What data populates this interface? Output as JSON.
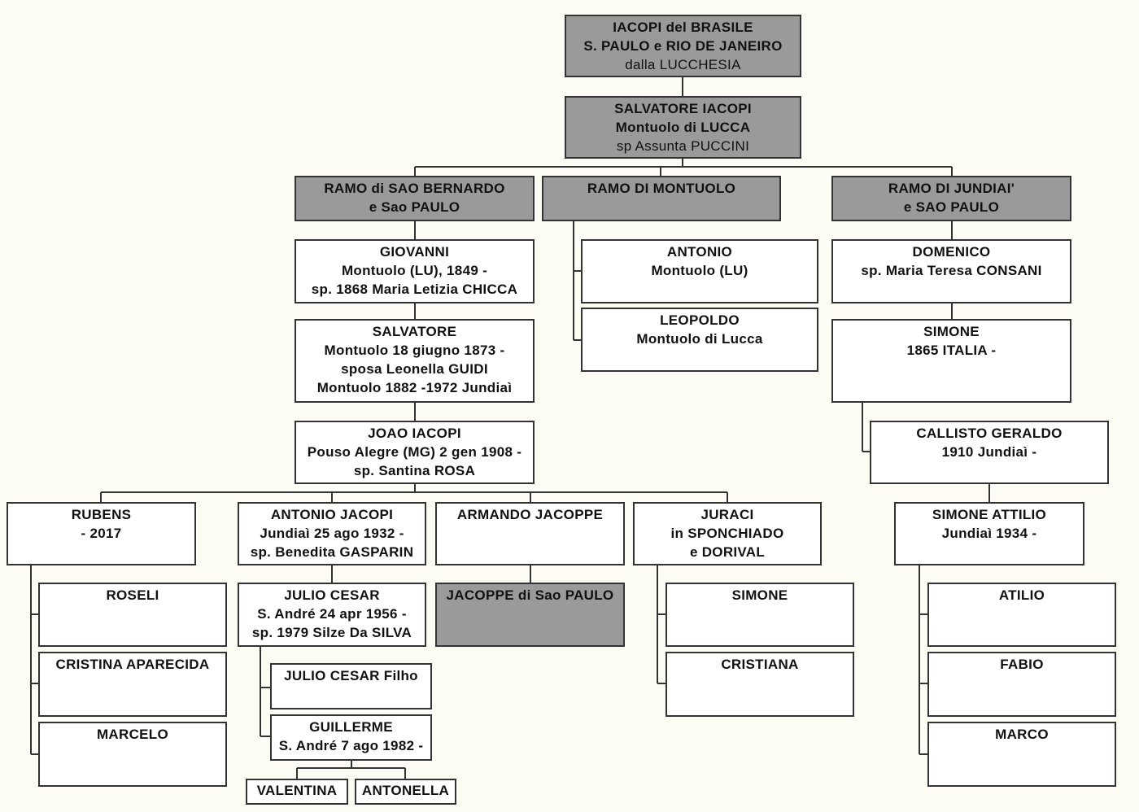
{
  "nodes": {
    "root": {
      "lines": [
        "IACOPI del BRASILE",
        "S. PAULO e RIO DE JANEIRO",
        "dalla LUCCHESIA"
      ]
    },
    "salvatore_sr": {
      "lines": [
        "SALVATORE IACOPI",
        "Montuolo di LUCCA",
        "sp Assunta PUCCINI"
      ]
    },
    "ramo_sao_bernardo": {
      "lines": [
        "RAMO di SAO BERNARDO",
        "e Sao PAULO"
      ]
    },
    "ramo_montuolo": {
      "lines": [
        "RAMO DI MONTUOLO"
      ]
    },
    "ramo_jundiai": {
      "lines": [
        "RAMO DI JUNDIAI'",
        "e SAO PAULO"
      ]
    },
    "giovanni": {
      "lines": [
        "GIOVANNI",
        "Montuolo (LU), 1849 -",
        "sp. 1868 Maria Letizia CHICCA"
      ]
    },
    "antonio_m": {
      "lines": [
        "ANTONIO",
        "Montuolo (LU)"
      ]
    },
    "leopoldo": {
      "lines": [
        "LEOPOLDO",
        "Montuolo di Lucca"
      ]
    },
    "domenico": {
      "lines": [
        "DOMENICO",
        "sp. Maria Teresa CONSANI"
      ]
    },
    "salvatore_jr": {
      "lines": [
        "SALVATORE",
        "Montuolo 18 giugno 1873 -",
        "sposa Leonella GUIDI",
        "Montuolo 1882 -1972 Jundiaì"
      ]
    },
    "simone_j": {
      "lines": [
        "SIMONE",
        "1865 ITALIA -"
      ]
    },
    "joao": {
      "lines": [
        "JOAO IACOPI",
        "Pouso Alegre (MG) 2 gen 1908 -",
        "sp. Santina ROSA"
      ]
    },
    "callisto": {
      "lines": [
        "CALLISTO GERALDO",
        "1910 Jundiaì -"
      ]
    },
    "rubens": {
      "lines": [
        "RUBENS",
        "- 2017"
      ]
    },
    "antonio_j": {
      "lines": [
        "ANTONIO JACOPI",
        "Jundiaì 25 ago 1932 -",
        "sp. Benedita GASPARIN"
      ]
    },
    "armando": {
      "lines": [
        "ARMANDO JACOPPE"
      ]
    },
    "juraci": {
      "lines": [
        "JURACI",
        "in SPONCHIADO",
        "e DORIVAL"
      ]
    },
    "simone_attilio": {
      "lines": [
        "SIMONE ATTILIO",
        "Jundiaì 1934 -"
      ]
    },
    "roseli": {
      "lines": [
        "ROSELI"
      ]
    },
    "julio_cesar": {
      "lines": [
        "JULIO CESAR",
        "S. André 24 apr 1956 -",
        "sp. 1979 Silze Da SILVA"
      ]
    },
    "jacoppe_sp": {
      "lines": [
        "JACOPPE di Sao PAULO"
      ]
    },
    "simone_s": {
      "lines": [
        "SIMONE"
      ]
    },
    "atilio": {
      "lines": [
        "ATILIO"
      ]
    },
    "cristina": {
      "lines": [
        "CRISTINA APARECIDA"
      ]
    },
    "cristiana": {
      "lines": [
        "CRISTIANA"
      ]
    },
    "fabio": {
      "lines": [
        "FABIO"
      ]
    },
    "julio_filho": {
      "lines": [
        "JULIO CESAR Filho"
      ]
    },
    "marcelo": {
      "lines": [
        "MARCELO"
      ]
    },
    "marco": {
      "lines": [
        "MARCO"
      ]
    },
    "guillerme": {
      "lines": [
        "GUILLERME",
        "S. André 7 ago 1982 -"
      ]
    },
    "valentina": {
      "lines": [
        "VALENTINA"
      ]
    },
    "antonella": {
      "lines": [
        "ANTONELLA"
      ]
    }
  },
  "colors": {
    "background": "#fcfcf4",
    "header_fill": "#9a9a9a",
    "box_fill": "#ffffff",
    "border": "#333333",
    "connector_accent": "#e8e000"
  }
}
